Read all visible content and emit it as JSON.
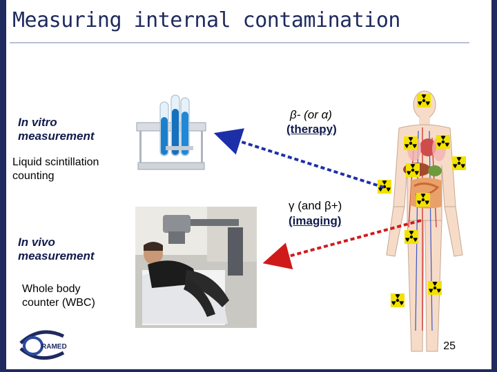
{
  "slide": {
    "title": "Measuring internal contamination",
    "in_vitro": "In vitro measurement",
    "liquid": "Liquid scintillation counting",
    "beta_line1": "β- (or α)",
    "beta_line2": "(therapy)",
    "gamma_line1": "γ (and β+)",
    "gamma_line2": "(imaging)",
    "in_vivo": "In vivo measurement",
    "wbc": "Whole body counter (WBC)",
    "logo_text": "RAMED",
    "page_number": "25"
  },
  "colors": {
    "title": "#1f2a5e",
    "beta_arrow": "#1d2fa8",
    "gamma_arrow": "#d01a1a",
    "accent": "#1f2a5e"
  }
}
